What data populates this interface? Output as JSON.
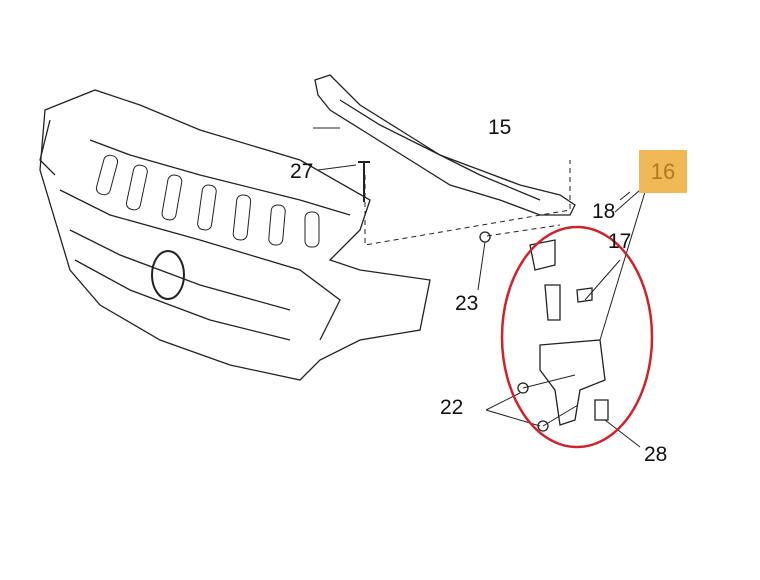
{
  "diagram": {
    "callouts": {
      "grille_bracket": "15",
      "clip_27": "27",
      "highlighted_part": "16",
      "part_18": "18",
      "part_17": "17",
      "screw_23": "23",
      "screws_22": "22",
      "part_28": "28"
    },
    "colors": {
      "highlight_box": "#f0b955",
      "highlight_text": "#b07a20",
      "ellipse": "#d0222a"
    }
  }
}
